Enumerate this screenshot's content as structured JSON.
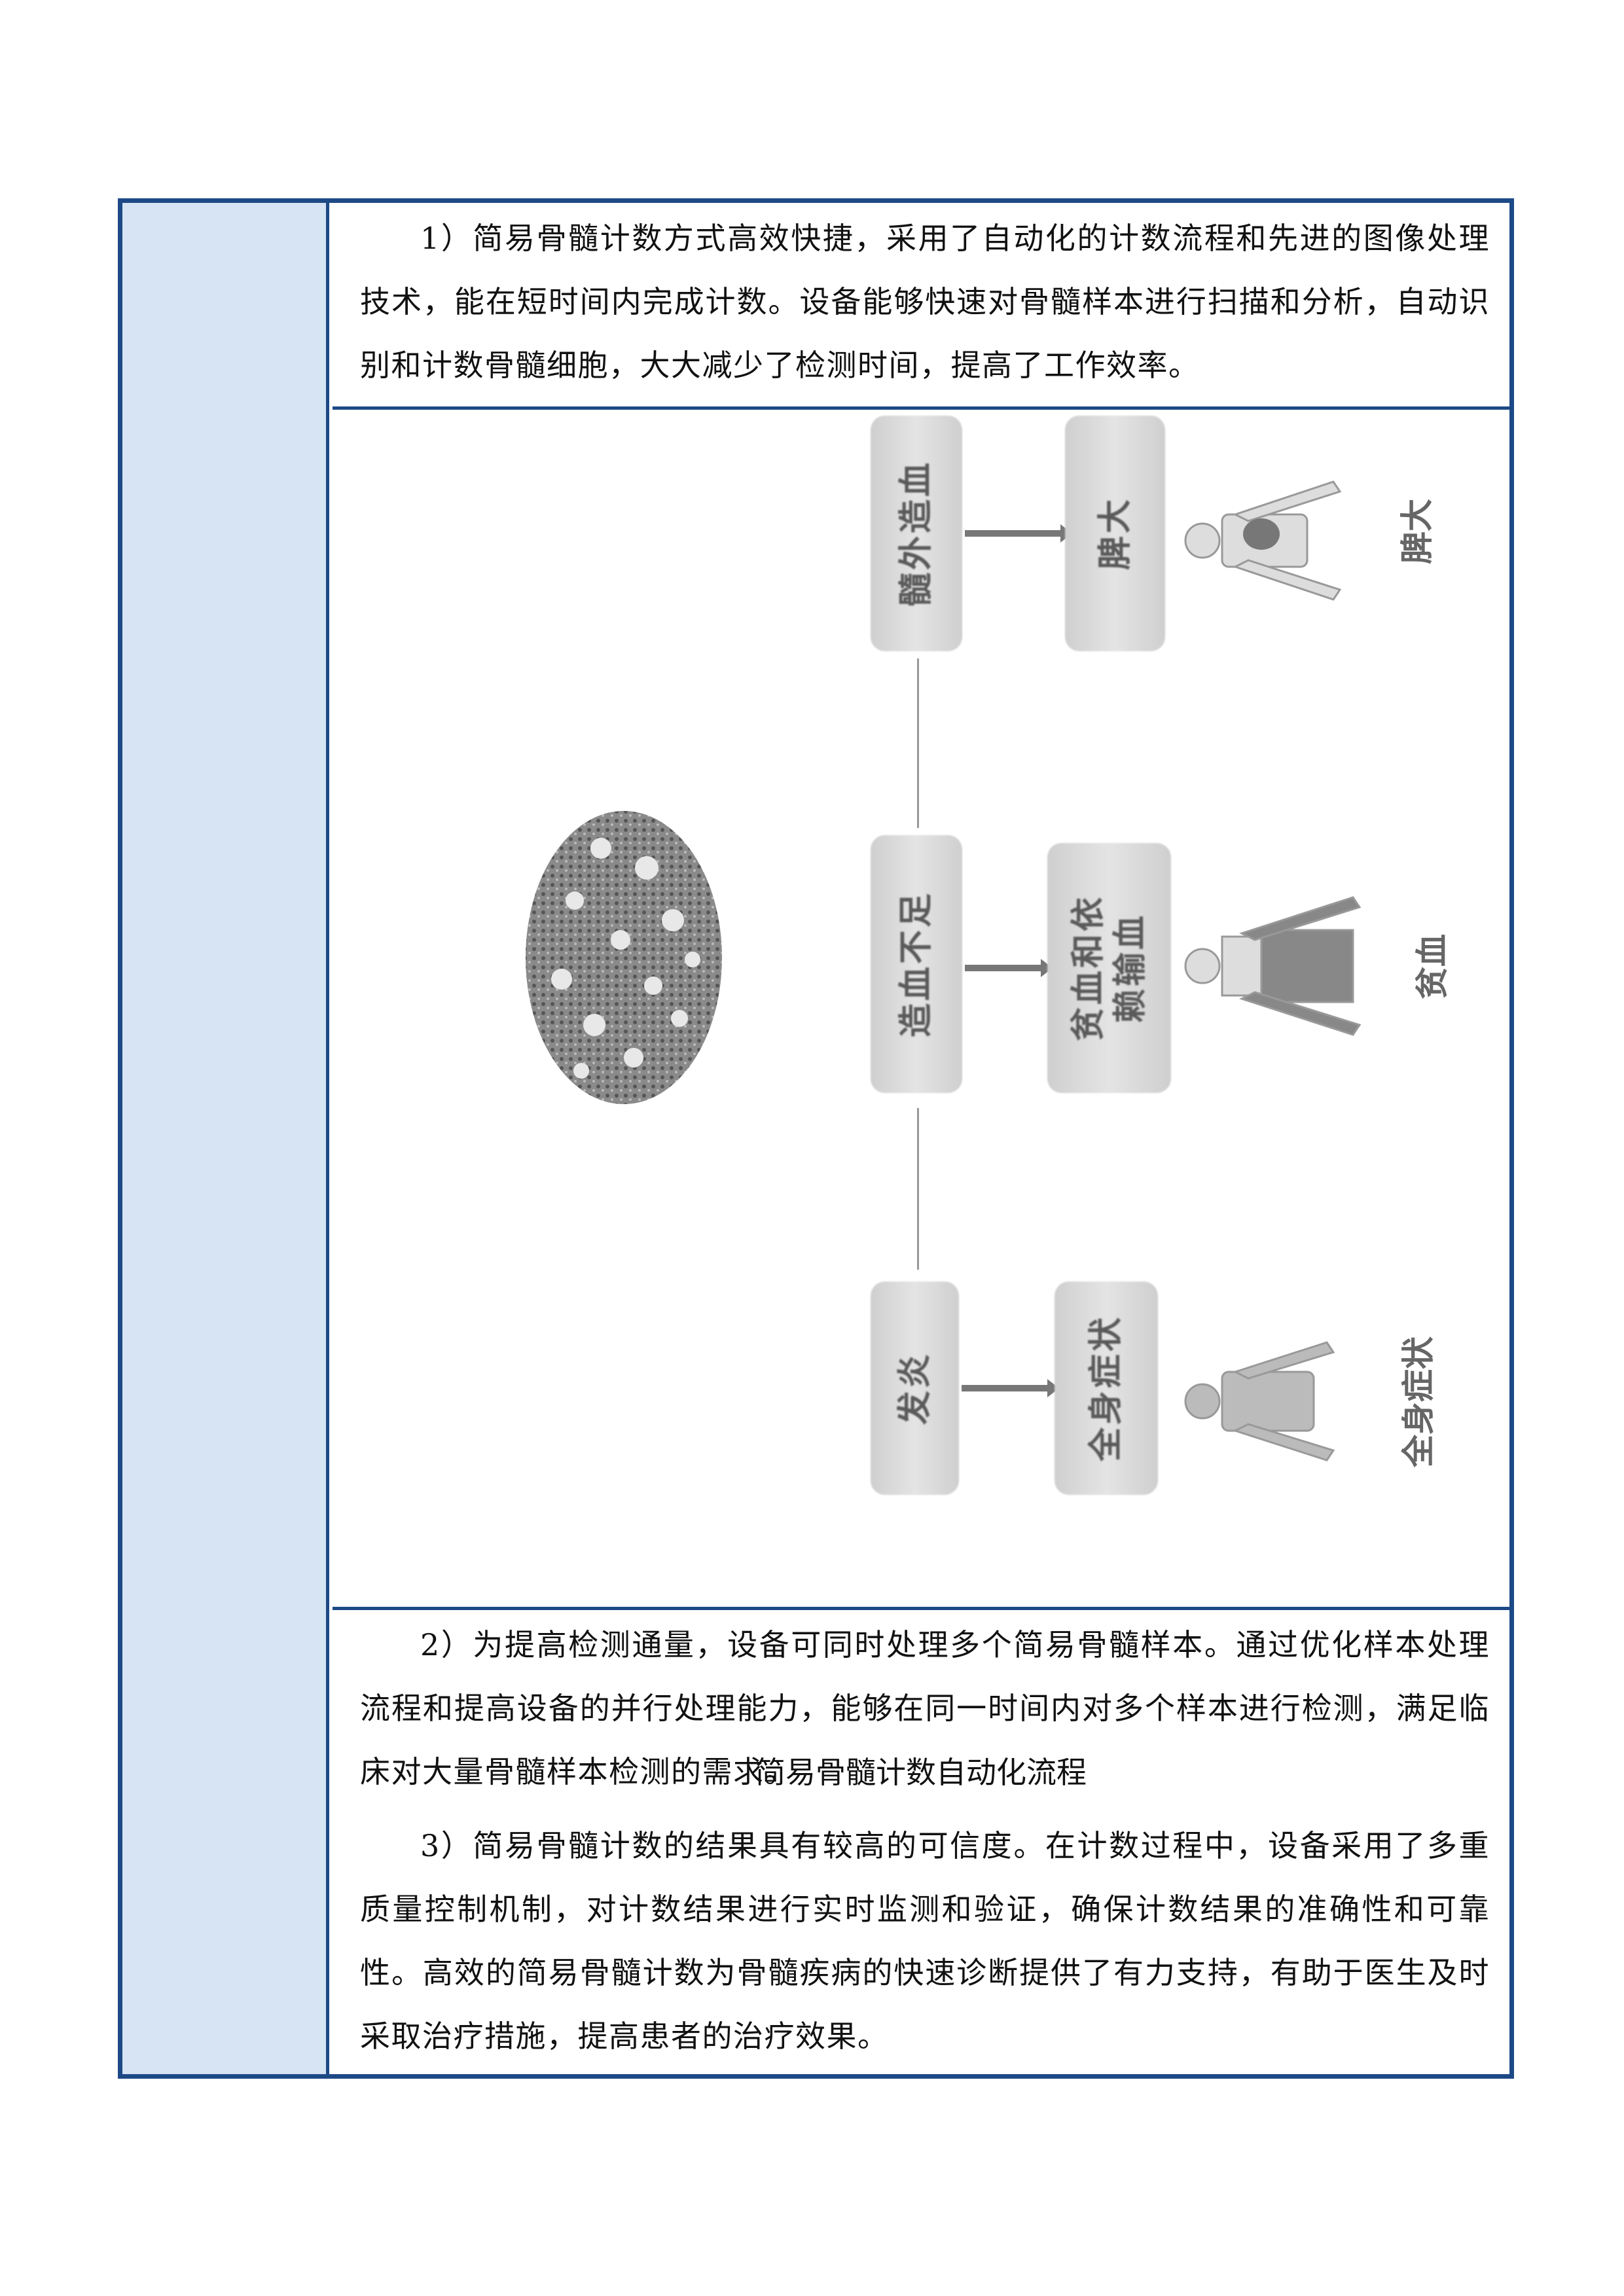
{
  "paragraph1": "1）简易骨髓计数方式高效快捷，采用了自动化的计数流程和先进的图像处理技术，能在短时间内完成计数。设备能够快速对骨髓样本进行扫描和分析，自动识别和计数骨髓细胞，大大减少了检测时间，提高了工作效率。",
  "figure": {
    "caption": "简易骨髓计数自动化流程",
    "rows": [
      {
        "cause": "髓外造血",
        "effect": "脾大",
        "symptom": "脾大"
      },
      {
        "cause": "造血不足",
        "effect": "贫血和依赖输血",
        "symptom": "贫血"
      },
      {
        "cause": "发炎",
        "effect": "全身症状",
        "symptom": "全身症状"
      }
    ]
  },
  "paragraph2": "2）为提高检测通量，设备可同时处理多个简易骨髓样本。通过优化样本处理流程和提高设备的并行处理能力，能够在同一时间内对多个样本进行检测，满足临床对大量骨髓样本检测的需求。",
  "paragraph3": "3）简易骨髓计数的结果具有较高的可信度。在计数过程中，设备采用了多重质量控制机制，对计数结果进行实时监测和验证，确保计数结果的准确性和可靠性。高效的简易骨髓计数为骨髓疾病的快速诊断提供了有力支持，有助于医生及时采取治疗措施，提高患者的治疗效果。",
  "colors": {
    "border": "#1d4a86",
    "sidebar": "#d6e4f3"
  }
}
